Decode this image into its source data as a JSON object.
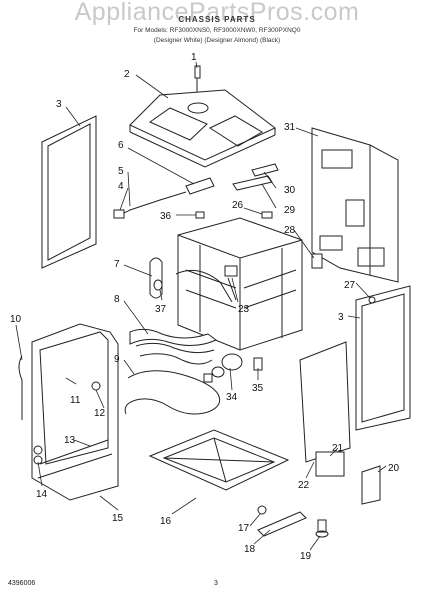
{
  "watermark": "AppliancePartsPros.com",
  "header": {
    "title": "CHASSIS PARTS",
    "models": "For Models: RF3000XNS0, RF3000XNW0, RF300PXNQ0",
    "designer": "(Designer White) (Designer Almond) (Black)"
  },
  "callouts": [
    "1",
    "2",
    "3",
    "31",
    "6",
    "30",
    "5",
    "4",
    "36",
    "26",
    "29",
    "28",
    "7",
    "37",
    "23",
    "27",
    "8",
    "3",
    "10",
    "11",
    "12",
    "9",
    "34",
    "35",
    "13",
    "21",
    "14",
    "15",
    "22",
    "20",
    "16",
    "17",
    "18",
    "19"
  ],
  "footer": {
    "left": "4396006",
    "center": "3"
  }
}
